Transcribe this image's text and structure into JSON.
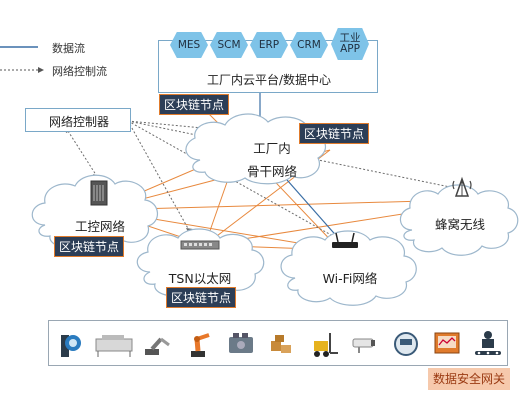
{
  "legend": {
    "data_flow": "数据流",
    "control_flow": "网络控制流"
  },
  "cloud_platform": {
    "apps": [
      "MES",
      "SCM",
      "ERP",
      "CRM"
    ],
    "industrial_app_line1": "工业",
    "industrial_app_line2": "APP",
    "label": "工厂内云平台/数据中心"
  },
  "network_controller": "网络控制器",
  "blockchain_node": "区块链节点",
  "clouds": {
    "backbone_line1": "工厂内",
    "backbone_line2": "骨干网络",
    "industrial_control": "工控网络",
    "tsn": "TSN以太网",
    "wifi": "Wi-Fi网络",
    "cellular": "蜂窝无线"
  },
  "devices": [
    "flow-meter",
    "reflow-oven",
    "robot-arm",
    "industrial-robot",
    "engine",
    "forklift",
    "boxes-truck",
    "cctv-camera",
    "meter-gauge",
    "monitoring-station",
    "conveyor-robot"
  ],
  "gateway": "数据安全网关",
  "colors": {
    "data_flow": "#e8893e",
    "control_flow": "#6b6b6b",
    "hex_fill": "#7ec3e8",
    "chain_fill": "#2c3e57",
    "gateway_fill": "#f6c9ac",
    "cloud_fill": "#ffffff",
    "cloud_stroke": "#9db7cc",
    "accent_line": "#3a6ea5"
  }
}
